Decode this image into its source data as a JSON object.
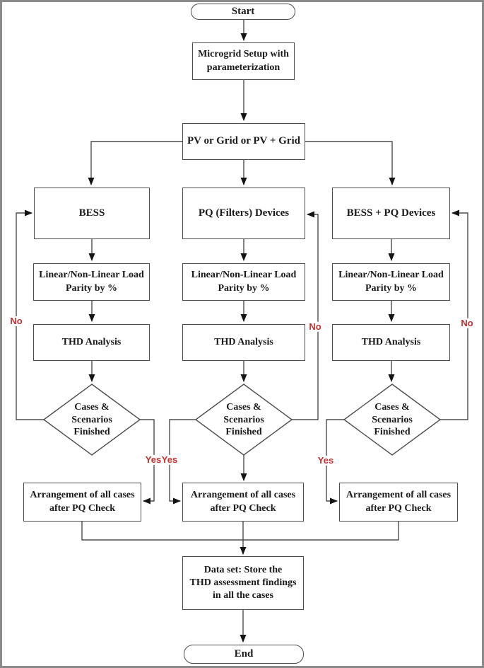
{
  "diagram": {
    "type": "flowchart",
    "nodes": {
      "start": {
        "label": "Start",
        "shape": "terminator"
      },
      "setup": {
        "label": [
          "Microgrid Setup with",
          "parameterization"
        ],
        "shape": "process"
      },
      "source": {
        "label": "PV or Grid or PV + Grid",
        "shape": "process"
      },
      "bess": {
        "label": "BESS",
        "shape": "process"
      },
      "pq_devices": {
        "label": "PQ (Filters) Devices",
        "shape": "process"
      },
      "bess_pq": {
        "label": "BESS + PQ Devices",
        "shape": "process"
      },
      "load_parity": {
        "label": [
          "Linear/Non-Linear Load",
          "Parity by %"
        ],
        "shape": "process"
      },
      "thd": {
        "label": "THD Analysis",
        "shape": "process"
      },
      "decision": {
        "label": [
          "Cases &",
          "Scenarios",
          "Finished"
        ],
        "shape": "decision"
      },
      "arrangement": {
        "label": [
          "Arrangement of all cases",
          "after PQ Check"
        ],
        "shape": "process"
      },
      "dataset": {
        "label": [
          "Data set: Store the",
          "THD assessment findings",
          "in all the cases"
        ],
        "shape": "process"
      },
      "end": {
        "label": "End",
        "shape": "terminator"
      }
    },
    "edge_labels": {
      "yes": "Yes",
      "no": "No"
    },
    "colors": {
      "line": "#4d4d4d",
      "arrowhead": "#141414",
      "node_border": "#4d4d4d",
      "node_fill": "#ffffff",
      "text": "#1a1a1a",
      "edge_label_red": "#c23030",
      "frame": "#8a8a8a",
      "background": "#ffffff"
    }
  }
}
